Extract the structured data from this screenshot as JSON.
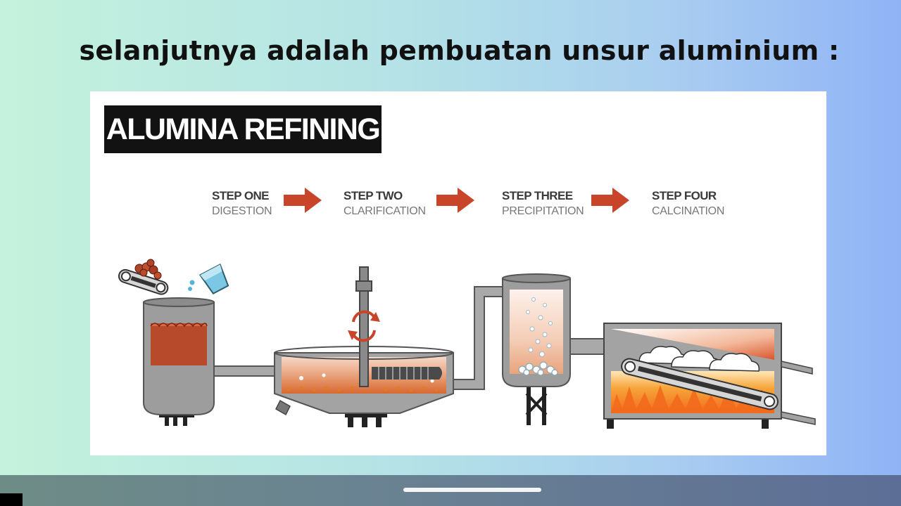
{
  "heading": "selanjutnya adalah pembuatan unsur aluminium :",
  "figure": {
    "title": "ALUMINA REFINING",
    "steps": [
      {
        "number": "STEP ONE",
        "name": "DIGESTION"
      },
      {
        "number": "STEP TWO",
        "name": "CLARIFICATION"
      },
      {
        "number": "STEP THREE",
        "name": "PRECIPITATION"
      },
      {
        "number": "STEP FOUR",
        "name": "CALCINATION"
      }
    ]
  },
  "colors": {
    "arrow": "#c8452a",
    "equipment": "#9c9c9c",
    "liquid": "#b84a2c",
    "fire": "#f39a2a"
  }
}
